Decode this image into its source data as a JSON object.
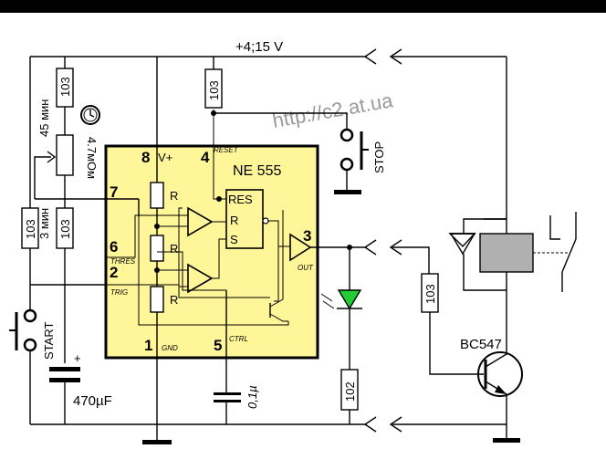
{
  "supply_label": "+4;15 V",
  "watermark": "http://c2.at.ua",
  "chip": {
    "name": "NE 555",
    "vplus": "V+",
    "reset": "RESET",
    "thres": "THRES",
    "trig": "TRIG",
    "gnd": "GND",
    "ctrl": "CTRL",
    "out": "OUT",
    "latch_res": "RES",
    "latch_r": "R",
    "latch_s": "S",
    "divider_r": "R",
    "pins": {
      "p1": "1",
      "p2": "2",
      "p3": "3",
      "p4": "4",
      "p5": "5",
      "p6": "6",
      "p7": "7",
      "p8": "8"
    }
  },
  "components": {
    "r_top": "103",
    "r_reset": "103",
    "pot": "4.7мОм",
    "time_45": "45 мин",
    "time_3": "3 мин",
    "r_mid": "103",
    "r_left": "103",
    "cap_ctrl": "0,1µ",
    "cap_main": "470µF",
    "cap_plus": "+",
    "r_led": "102",
    "r_base": "103",
    "transistor": "BC547",
    "stop": "STOP",
    "start": "START"
  },
  "colors": {
    "chip_fill": "#fff69a",
    "led": "#22cc33",
    "relay": "#b0b0b0",
    "header": "#000000"
  }
}
